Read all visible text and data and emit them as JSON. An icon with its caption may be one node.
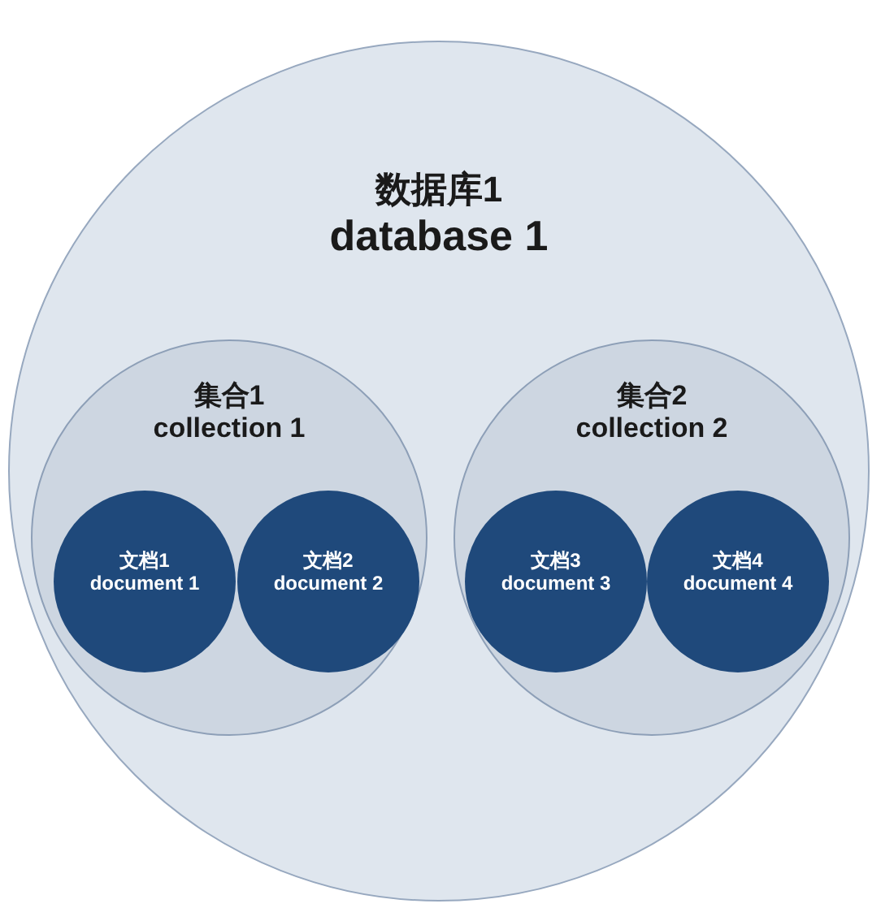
{
  "diagram": {
    "nodes": [
      {
        "text": [
          "数据库1",
          "database 1"
        ]
      },
      {
        "text": [
          "集合1",
          "collection 1"
        ],
        "in": 0
      },
      {
        "text": [
          "文档1",
          "document 1"
        ],
        "in": 1
      },
      {
        "text": [
          "文档2",
          "document 2"
        ],
        "in": 1
      },
      {
        "text": [
          "集合2",
          "collection 2"
        ],
        "in": 0
      },
      {
        "text": [
          "文档3",
          "document 3"
        ],
        "in": 4
      },
      {
        "text": [
          "文档4",
          "document 4"
        ],
        "in": 4
      }
    ]
  }
}
